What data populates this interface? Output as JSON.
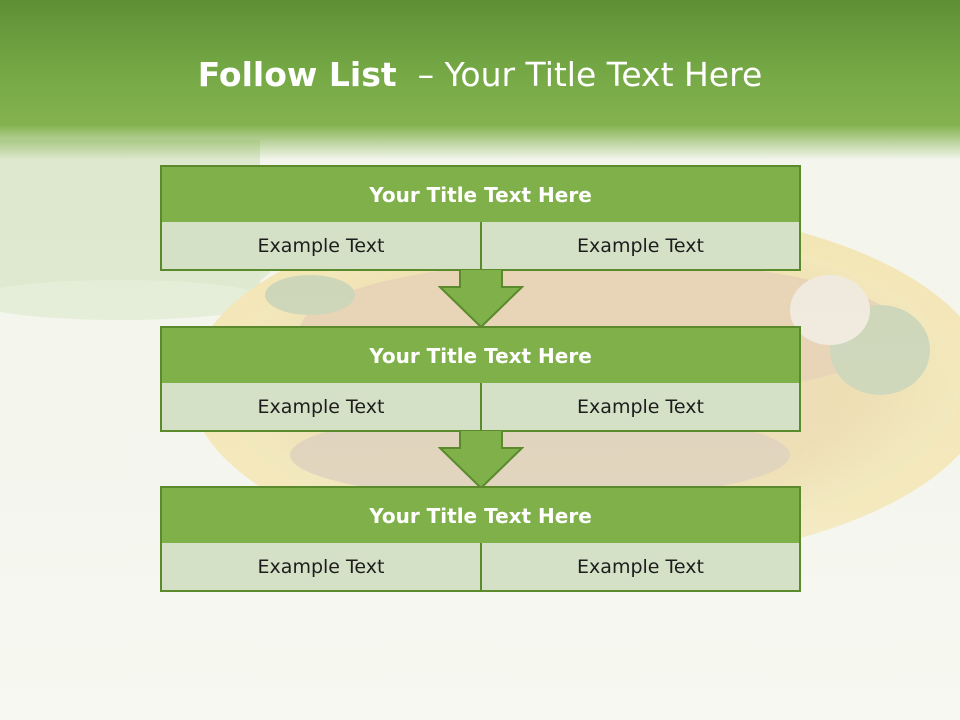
{
  "title": {
    "bold": "Follow List",
    "rest": "– Your Title Text Here"
  },
  "blocks": [
    {
      "heading": "Your Title Text Here",
      "left": "Example Text",
      "right": "Example Text"
    },
    {
      "heading": "Your Title Text Here",
      "left": "Example Text",
      "right": "Example Text"
    },
    {
      "heading": "Your Title Text Here",
      "left": "Example Text",
      "right": "Example Text"
    }
  ],
  "colors": {
    "header_green": "#75a845",
    "box_green": "#80b04a",
    "box_border": "#5a8a2c",
    "cell_fill": "#d4e1c6"
  }
}
